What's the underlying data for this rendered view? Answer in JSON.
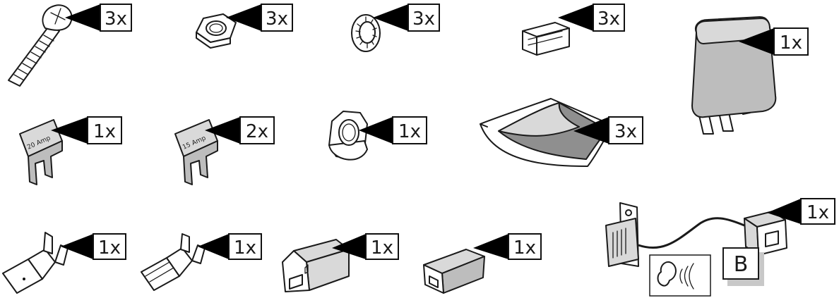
{
  "parts": [
    {
      "id": "screw",
      "quantity": "3x"
    },
    {
      "id": "nut",
      "quantity": "3x"
    },
    {
      "id": "lock-washer",
      "quantity": "3x"
    },
    {
      "id": "clip",
      "quantity": "3x"
    },
    {
      "id": "relay",
      "quantity": "1x"
    },
    {
      "id": "fuse-20a",
      "quantity": "1x",
      "label": "20 Amp"
    },
    {
      "id": "fuse-15a",
      "quantity": "2x",
      "label": "15 Amp"
    },
    {
      "id": "flange-nut",
      "quantity": "1x"
    },
    {
      "id": "adhesive-pad",
      "quantity": "3x"
    },
    {
      "id": "terminal-male",
      "quantity": "1x"
    },
    {
      "id": "terminal-female",
      "quantity": "1x"
    },
    {
      "id": "connector-housing-1",
      "quantity": "1x"
    },
    {
      "id": "connector-housing-2",
      "quantity": "1x"
    },
    {
      "id": "buzzer-harness",
      "quantity": "1x",
      "letter": "B"
    }
  ],
  "colors": {
    "callout": "#000000",
    "light_fill": "#d9d9d9",
    "mid_fill": "#bdbdbd",
    "dark_fill": "#8f8f8f"
  },
  "icons": {
    "sound": "ear-sound-icon"
  }
}
